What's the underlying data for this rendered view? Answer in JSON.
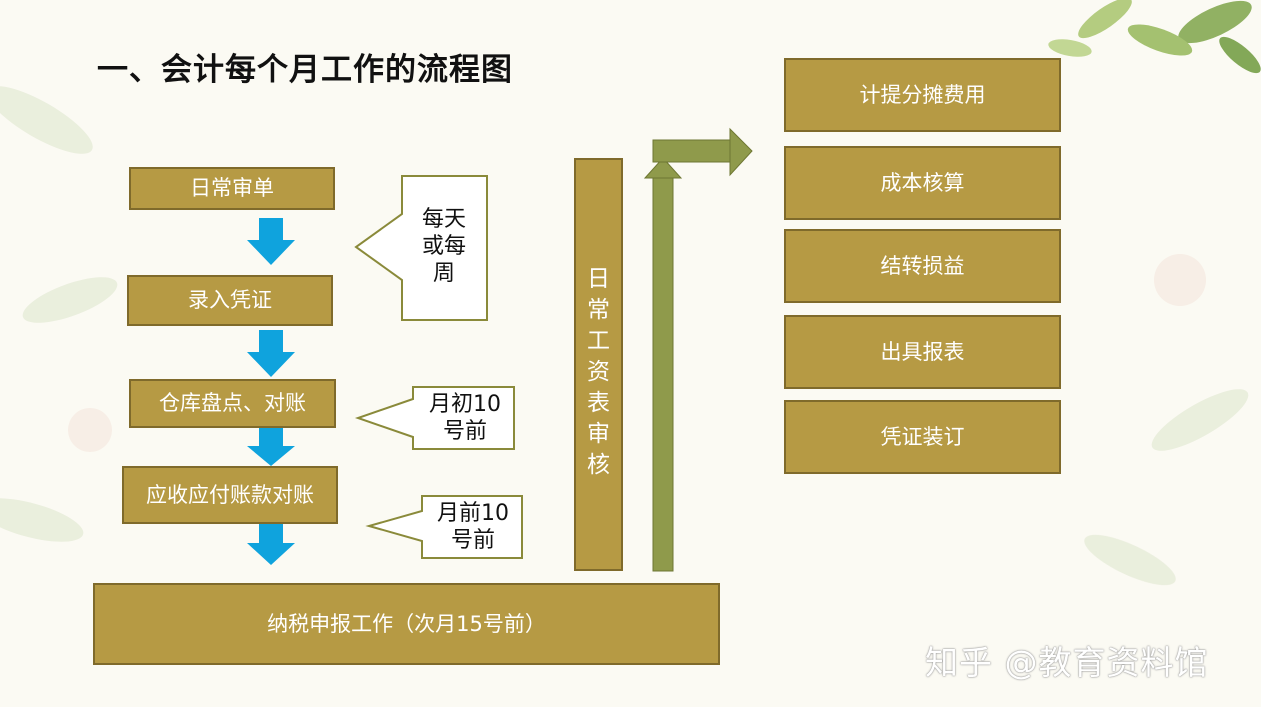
{
  "title": "一、会计每个月工作的流程图",
  "left_flow": {
    "steps": [
      "日常审单",
      "录入凭证",
      "仓库盘点、对账",
      "应收应付账款对账"
    ]
  },
  "callouts": {
    "daily": "每天或每周",
    "early_month": "月初10号前",
    "before_month": "月前10号前"
  },
  "vertical_box": "日常工资表审核",
  "bottom_box": "纳税申报工作（次月15号前）",
  "right_boxes": [
    "计提分摊费用",
    "成本核算",
    "结转损益",
    "出具报表",
    "凭证装订"
  ],
  "watermark": "知乎 @教育资料馆",
  "colors": {
    "box_fill": "#b69a44",
    "box_border": "#7f6a2b",
    "down_arrow": "#0fa3dd",
    "green_arrow": "#8f9a4b",
    "callout_border": "#8a8a3a"
  }
}
